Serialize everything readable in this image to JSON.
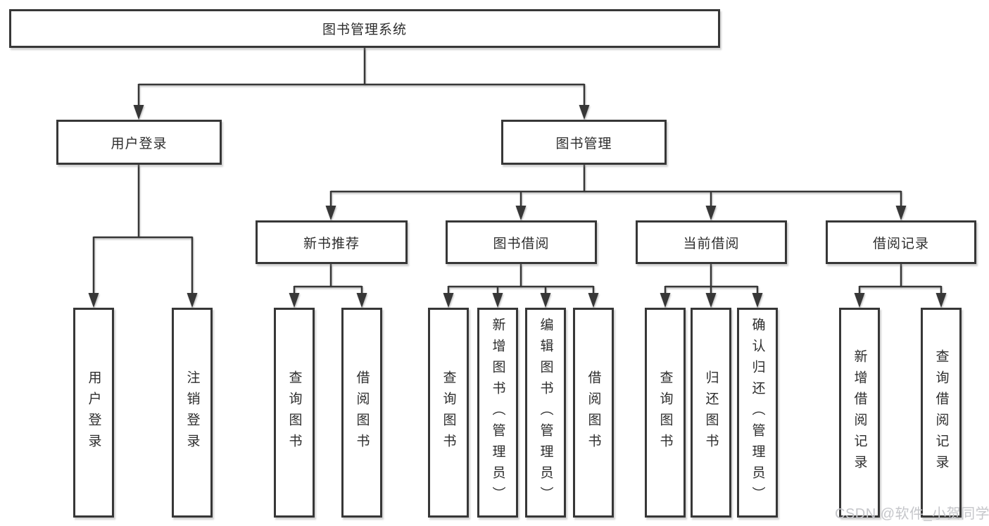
{
  "nodes": {
    "root": "图书管理系统",
    "user_login": "用户登录",
    "book_mgmt": "图书管理",
    "login_leaf": "用户登录",
    "logout_leaf": "注销登录",
    "new_book": "新书推荐",
    "book_borrow": "图书借阅",
    "current_borrow": "当前借阅",
    "borrow_record": "借阅记录",
    "nb_query": "查询图书",
    "nb_borrow": "借阅图书",
    "bb_query": "查询图书",
    "bb_add": "新增图书（管理员）",
    "bb_edit": "编辑图书（管理员）",
    "bb_borrow": "借阅图书",
    "cb_query": "查询图书",
    "cb_return": "归还图书",
    "cb_confirm": "确认归还（管理员）",
    "br_add": "新增借阅记录",
    "br_query": "查询借阅记录"
  },
  "watermark": "CSDN @软件_小贺同学",
  "colors": {
    "line": "#373737",
    "box_border": "#373737",
    "text": "#2d2d2d",
    "background": "#ffffff",
    "watermark": "#c5c6ca"
  },
  "hierarchy": {
    "图书管理系统": {
      "用户登录": [
        "用户登录",
        "注销登录"
      ],
      "图书管理": {
        "新书推荐": [
          "查询图书",
          "借阅图书"
        ],
        "图书借阅": [
          "查询图书",
          "新增图书（管理员）",
          "编辑图书（管理员）",
          "借阅图书"
        ],
        "当前借阅": [
          "查询图书",
          "归还图书",
          "确认归还（管理员）"
        ],
        "借阅记录": [
          "新增借阅记录",
          "查询借阅记录"
        ]
      }
    }
  }
}
